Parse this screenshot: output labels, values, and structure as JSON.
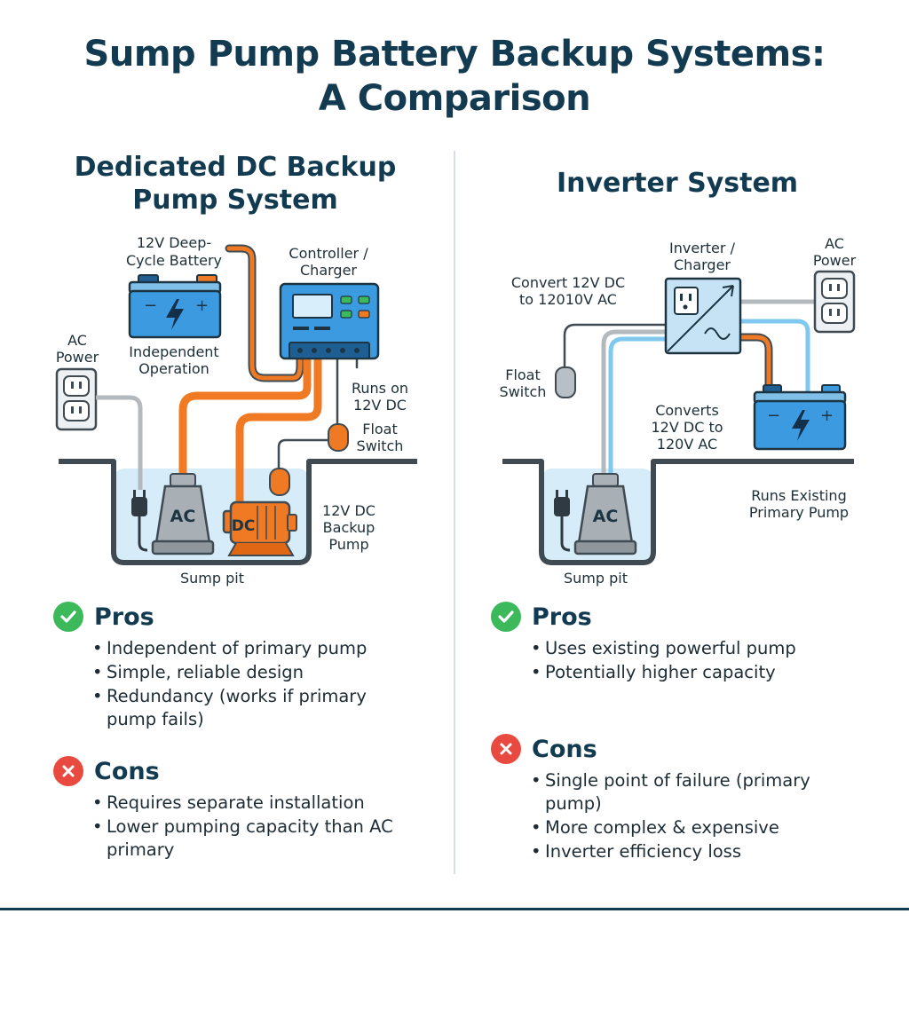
{
  "title_line1": "Sump Pump Battery Backup Systems:",
  "title_line2": "A Comparison",
  "left": {
    "title_line1": "Dedicated DC Backup",
    "title_line2": "Pump System",
    "labels": {
      "battery_1": "12V Deep-",
      "battery_2": "Cycle Battery",
      "controller_1": "Controller /",
      "controller_2": "Charger",
      "independent_1": "Independent",
      "independent_2": "Operation",
      "ac_power_1": "AC",
      "ac_power_2": "Power",
      "runs_1": "Runs on",
      "runs_2": "12V DC",
      "float_1": "Float",
      "float_2": "Switch",
      "dc_pump_1": "12V DC",
      "dc_pump_2": "Backup",
      "dc_pump_3": "Pump",
      "sump_pit": "Sump pit",
      "ac_badge": "AC",
      "dc_badge": "DC"
    },
    "pros_label": "Pros",
    "pros": [
      "Independent of primary pump",
      "Simple, reliable design",
      "Redundancy (works if primary pump fails)"
    ],
    "cons_label": "Cons",
    "cons": [
      "Requires separate installation",
      "Lower pumping capacity than AC primary"
    ]
  },
  "right": {
    "title": "Inverter System",
    "labels": {
      "inverter_1": "Inverter /",
      "inverter_2": "Charger",
      "ac_power_1": "AC",
      "ac_power_2": "Power",
      "convert_1": "Convert 12V DC",
      "convert_2": "to 12010V AC",
      "float_1": "Float",
      "float_2": "Switch",
      "converts_1": "Converts",
      "converts_2": "12V DC to",
      "converts_3": "120V AC",
      "runs_existing_1": "Runs Existing",
      "runs_existing_2": "Primary Pump",
      "sump_pit": "Sump pit",
      "ac_badge": "AC"
    },
    "pros_label": "Pros",
    "pros": [
      "Uses existing powerful pump",
      "Potentially higher capacity"
    ],
    "cons_label": "Cons",
    "cons": [
      "Single point of failure (primary pump)",
      "More complex & expensive",
      "Inverter efficiency loss"
    ]
  },
  "colors": {
    "navy": "#123a50",
    "orange": "#f07a24",
    "blue": "#2b86c8",
    "water": "#d6ecf8",
    "gray": "#b3b9bd",
    "green": "#3cb95a",
    "red": "#e84a3f"
  }
}
